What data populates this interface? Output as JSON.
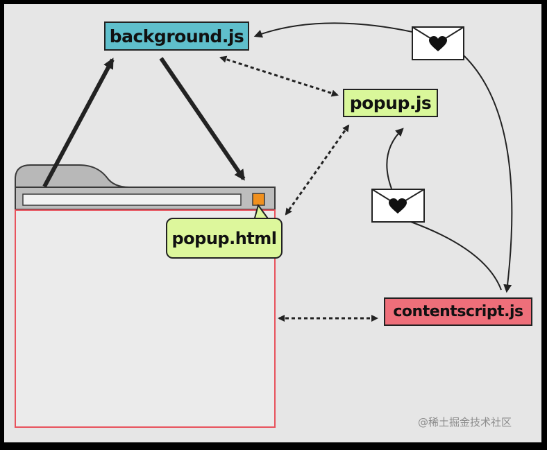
{
  "nodes": {
    "background": {
      "label": "background.js",
      "color": "#5fbfcc"
    },
    "popup_js": {
      "label": "popup.js",
      "color": "#d9f79a"
    },
    "contentscript": {
      "label": "contentscript.js",
      "color": "#ee6f7a"
    },
    "popup_html": {
      "label": "popup.html",
      "color": "#ddf79c"
    }
  },
  "icons": {
    "envelope": "envelope-heart-icon",
    "extension_button": "extension-button-icon"
  },
  "colors": {
    "canvas": "#e6e6e6",
    "browser_chrome": "#bdbdbd",
    "page_border": "#e8525c",
    "extension_button": "#f0901e"
  },
  "watermark": "@稀土掘金技术社区"
}
